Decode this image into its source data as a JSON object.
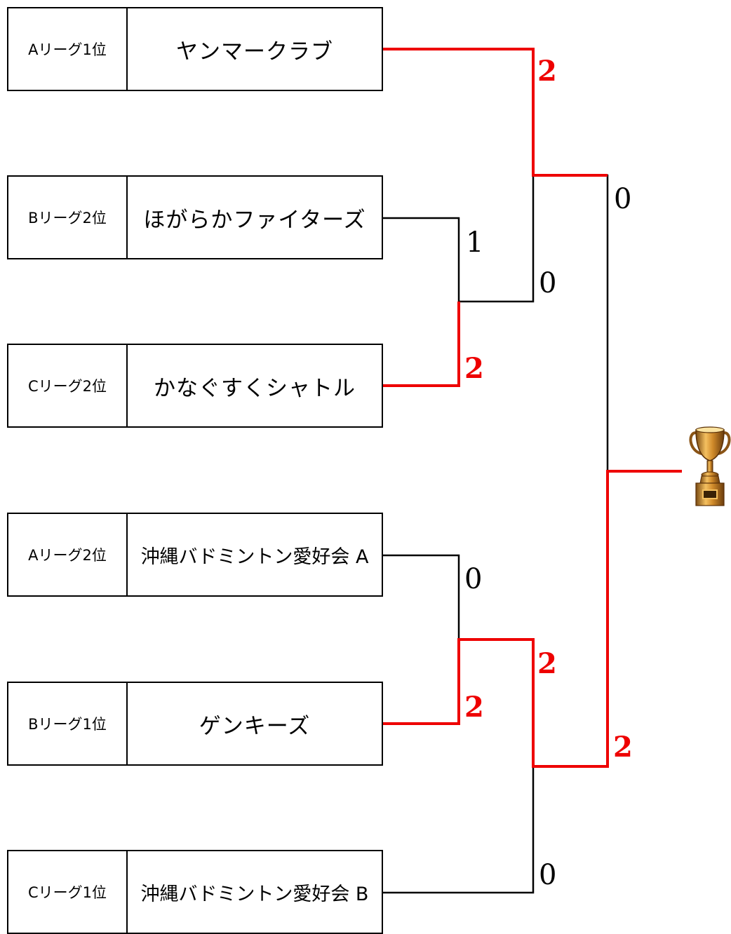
{
  "teams": [
    {
      "seed": "Aリーグ1位",
      "name": "ヤンマークラブ"
    },
    {
      "seed": "Bリーグ2位",
      "name": "ほがらかファイターズ"
    },
    {
      "seed": "Cリーグ2位",
      "name": "かなぐすくシャトル"
    },
    {
      "seed": "Aリーグ2位",
      "name": "沖縄バドミントン愛好会 A"
    },
    {
      "seed": "Bリーグ1位",
      "name": "ゲンキーズ"
    },
    {
      "seed": "Cリーグ1位",
      "name": "沖縄バドミントン愛好会 B"
    }
  ],
  "scores": {
    "qf_top_b2": "1",
    "qf_top_c2": "2",
    "sf_top_a1": "2",
    "sf_top_winner": "0",
    "qf_bottom_a2": "0",
    "qf_bottom_b1": "2",
    "sf_bottom_winner": "2",
    "sf_bottom_c1": "0",
    "final_top": "0",
    "final_bottom": "2"
  },
  "colors": {
    "winner_line": "#ee0000",
    "loser_line": "#000000"
  },
  "icons": {
    "champion": "trophy-icon"
  }
}
